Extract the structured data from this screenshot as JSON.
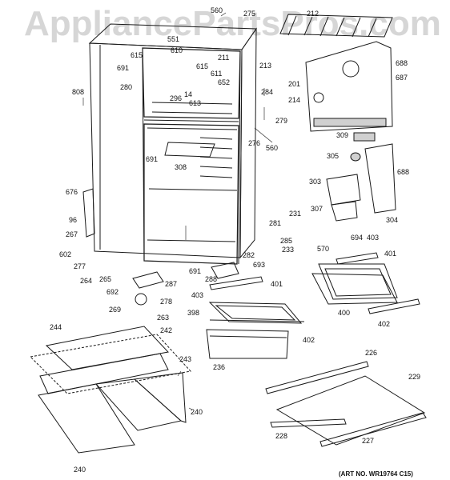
{
  "watermark": "AppliancePartsPros.com",
  "art_number": "(ART NO. WR19764 C15)",
  "colors": {
    "line": "#1a1a1a",
    "shade": "#d0d0d0",
    "watermark": "#d6d6d6"
  },
  "labels": {
    "l560a": "560",
    "l275": "275",
    "l212": "212",
    "l688a": "688",
    "l687": "687",
    "l551": "551",
    "l610": "610",
    "l615a": "615",
    "l691a": "691",
    "l211": "211",
    "l615b": "615",
    "l611": "611",
    "l652": "652",
    "l280": "280",
    "l213": "213",
    "l201": "201",
    "l214": "214",
    "l808": "808",
    "l296": "296",
    "l14": "14",
    "l613": "613",
    "l284": "284",
    "l279": "279",
    "l309": "309",
    "l276": "276",
    "l560b": "560",
    "l691b": "691",
    "l305": "305",
    "l308": "308",
    "l688b": "688",
    "l303": "303",
    "l676": "676",
    "l96": "96",
    "l267": "267",
    "l307": "307",
    "l231": "231",
    "l281": "281",
    "l304": "304",
    "l694": "694",
    "l285": "285",
    "l403a": "403",
    "l602": "602",
    "l570": "570",
    "l233": "233",
    "l282": "282",
    "l401a": "401",
    "l277": "277",
    "l693": "693",
    "l691c": "691",
    "l264": "264",
    "l265": "265",
    "l288": "288",
    "l287": "287",
    "l692": "692",
    "l403b": "403",
    "l401b": "401",
    "l400": "400",
    "l278": "278",
    "l269": "269",
    "l398": "398",
    "l263": "263",
    "l402a": "402",
    "l402b": "402",
    "l244": "244",
    "l242": "242",
    "l243": "243",
    "l236": "236",
    "l226": "226",
    "l229": "229",
    "l240a": "240",
    "l228": "228",
    "l227": "227",
    "l240b": "240"
  }
}
